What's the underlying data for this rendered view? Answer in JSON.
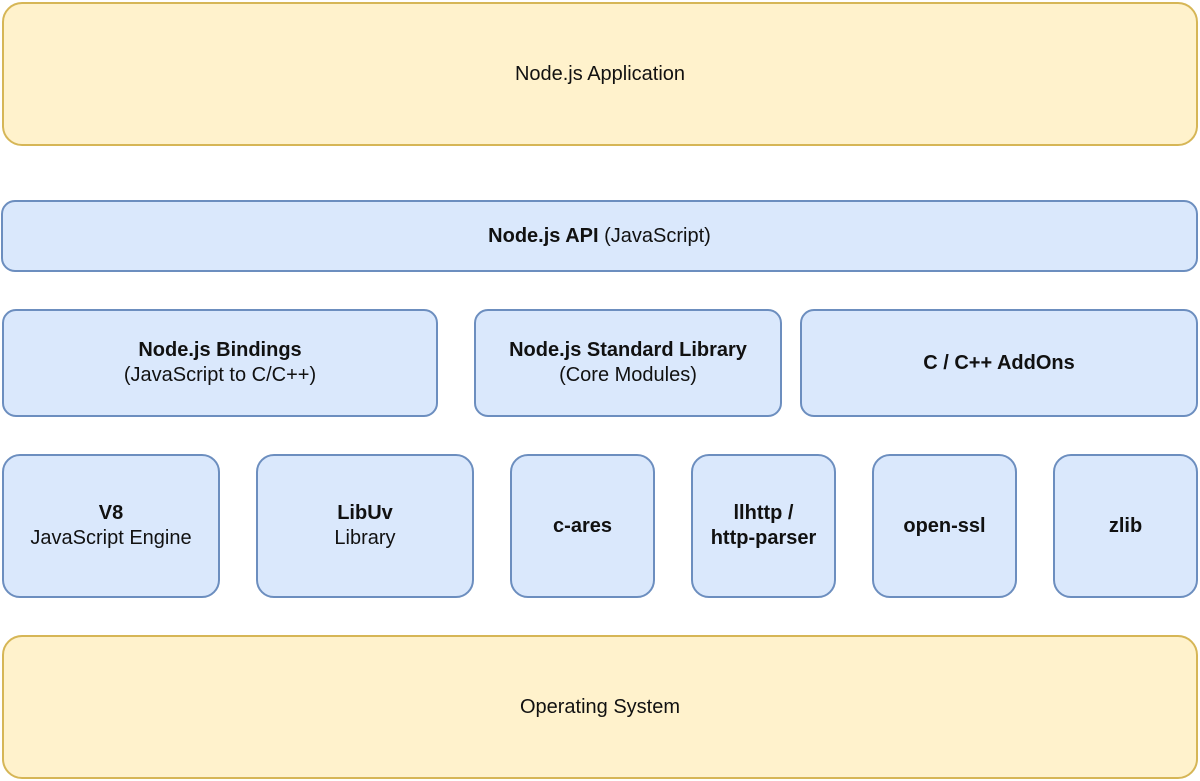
{
  "layers": {
    "application": {
      "label": "Node.js Application"
    },
    "api": {
      "bold": "Node.js API",
      "normal": " (JavaScript)"
    },
    "bindings": {
      "title": "Node.js Bindings",
      "subtitle": "(JavaScript to C/C++)"
    },
    "stdlib": {
      "title": "Node.js Standard Library",
      "subtitle": "(Core Modules)"
    },
    "addons": {
      "title": "C / C++ AddOns"
    },
    "v8": {
      "title": "V8",
      "subtitle": "JavaScript Engine"
    },
    "libuv": {
      "title": "LibUv",
      "subtitle": "Library"
    },
    "cares": {
      "title": "c-ares"
    },
    "llhttp": {
      "line1": "llhttp /",
      "line2": "http-parser"
    },
    "openssl": {
      "title": "open-ssl"
    },
    "zlib": {
      "title": "zlib"
    },
    "os": {
      "label": "Operating System"
    }
  },
  "colors": {
    "yellow_fill": "#fff2cc",
    "yellow_stroke": "#d6b656",
    "blue_fill": "#dae8fc",
    "blue_stroke": "#6c8ebf"
  }
}
